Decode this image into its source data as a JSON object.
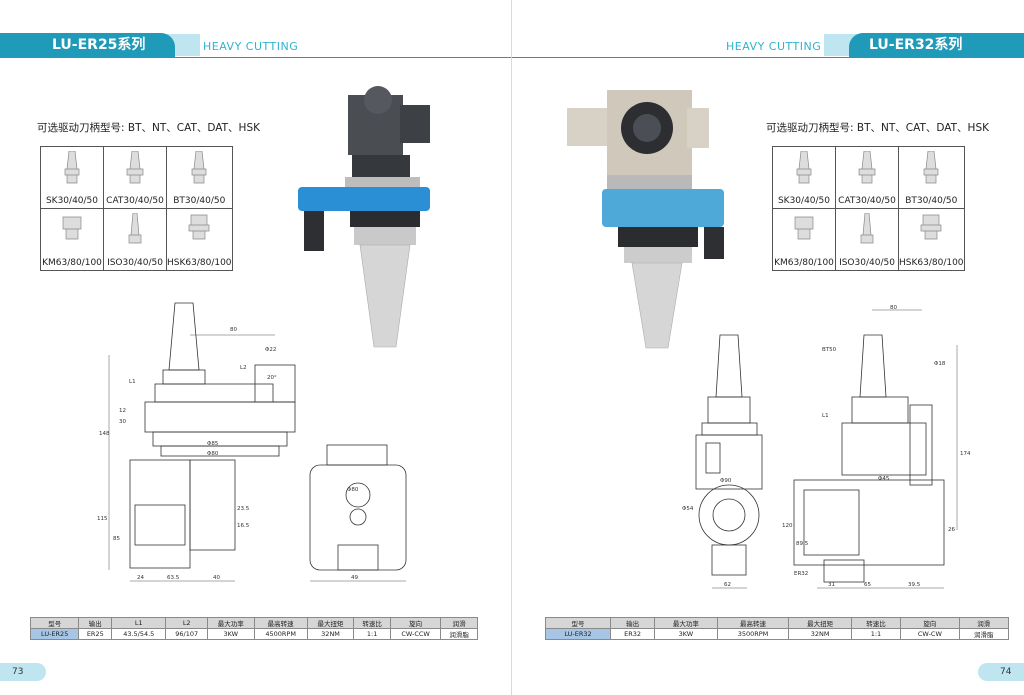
{
  "left": {
    "series_title": "LU-ER25系列",
    "subtitle": "HEAVY CUTTING",
    "optional_label": "可选驱动刀柄型号: BT、NT、CAT、DAT、HSK",
    "shanks": [
      "SK30/40/50",
      "CAT30/40/50",
      "BT30/40/50",
      "KM63/80/100",
      "ISO30/40/50",
      "HSK63/80/100"
    ],
    "table_headers": [
      "型号",
      "输出",
      "L1",
      "L2",
      "最大功率",
      "最高转速",
      "最大扭矩",
      "转速比",
      "旋向",
      "润滑"
    ],
    "table_row": [
      "LU-ER25",
      "ER25",
      "43.5/54.5",
      "96/107",
      "3KW",
      "4500RPM",
      "32NM",
      "1:1",
      "CW-CCW",
      "润滑脂"
    ],
    "dims": {
      "d80": "80",
      "phi22": "Φ22",
      "l1": "L1",
      "l2": "L2",
      "d20": "20°",
      "d12": "12",
      "d30": "30",
      "d148": "148",
      "phi85": "Φ85",
      "phi80": "Φ80",
      "d23_5": "23.5",
      "d16_5": "16.5",
      "d115": "115",
      "d85": "85",
      "d24": "24",
      "d63_5": "63.5",
      "d40": "40",
      "phi80b": "Φ80",
      "d49": "49"
    },
    "page_number": "73"
  },
  "right": {
    "series_title": "LU-ER32系列",
    "subtitle": "HEAVY CUTTING",
    "optional_label": "可选驱动刀柄型号: BT、NT、CAT、DAT、HSK",
    "shanks": [
      "SK30/40/50",
      "CAT30/40/50",
      "BT30/40/50",
      "KM63/80/100",
      "ISO30/40/50",
      "HSK63/80/100"
    ],
    "table_headers": [
      "型号",
      "输出",
      "最大功率",
      "最高转速",
      "最大扭矩",
      "转速比",
      "旋向",
      "润滑"
    ],
    "table_row": [
      "LU-ER32",
      "ER32",
      "3KW",
      "3500RPM",
      "32NM",
      "1:1",
      "CW-CW",
      "润滑脂"
    ],
    "dims": {
      "d80": "80",
      "bt50": "BT50",
      "phi18": "Φ18",
      "l1": "L1",
      "d174": "174",
      "phi90": "Φ90",
      "phi54": "Φ54",
      "phi45": "Φ45",
      "d120": "120",
      "d89_5": "89.5",
      "d26": "26",
      "er32": "ER32",
      "d62": "62",
      "d31": "31",
      "d65": "65",
      "d39_5": "39.5"
    },
    "page_number": "74"
  },
  "colors": {
    "header_dark": "#1f9ab8",
    "header_light": "#bfe6f0",
    "tool_blue": "#2b8fd6",
    "table_model": "#a7c6e6"
  }
}
